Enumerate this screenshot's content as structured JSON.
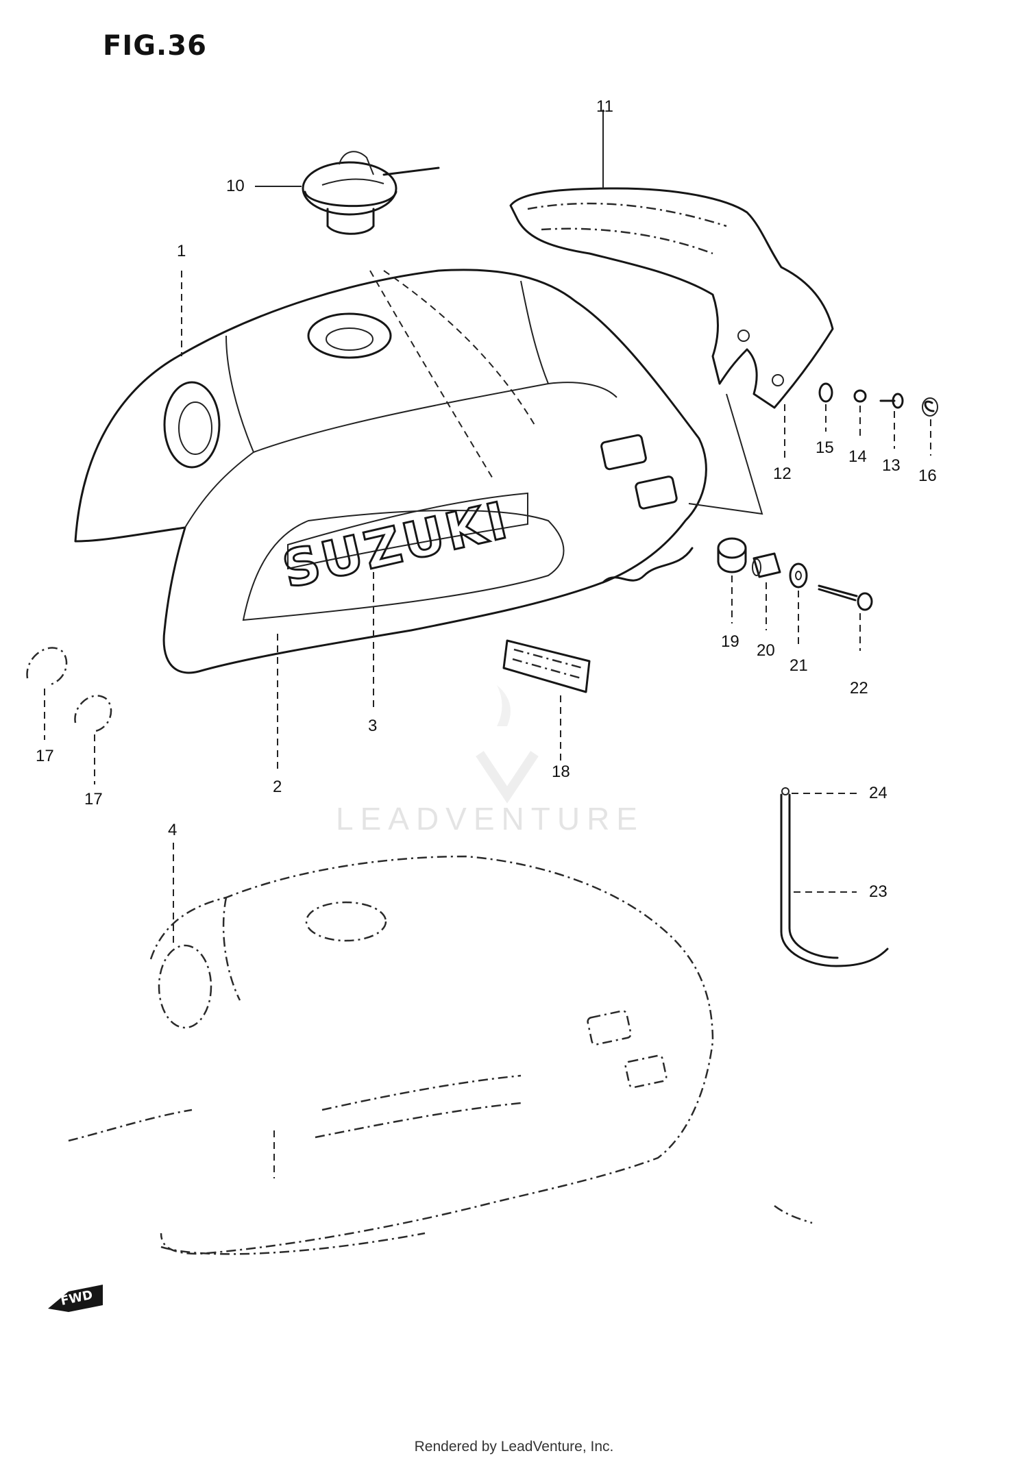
{
  "figure": {
    "title": "FIG.36"
  },
  "labels": [
    {
      "id": "1",
      "text": "1"
    },
    {
      "id": "2",
      "text": "2"
    },
    {
      "id": "3",
      "text": "3"
    },
    {
      "id": "4",
      "text": "4"
    },
    {
      "id": "10",
      "text": "10"
    },
    {
      "id": "11",
      "text": "11"
    },
    {
      "id": "12",
      "text": "12"
    },
    {
      "id": "13",
      "text": "13"
    },
    {
      "id": "14",
      "text": "14"
    },
    {
      "id": "15",
      "text": "15"
    },
    {
      "id": "16",
      "text": "16"
    },
    {
      "id": "17a",
      "text": "17"
    },
    {
      "id": "17b",
      "text": "17"
    },
    {
      "id": "18",
      "text": "18"
    },
    {
      "id": "19",
      "text": "19"
    },
    {
      "id": "20",
      "text": "20"
    },
    {
      "id": "21",
      "text": "21"
    },
    {
      "id": "22",
      "text": "22"
    },
    {
      "id": "23",
      "text": "23"
    },
    {
      "id": "24",
      "text": "24"
    }
  ],
  "tank_emblem": "SUZUKI",
  "fwd_arrow": "FWD",
  "watermark": "LEADVENTURE",
  "footer": "Rendered by LeadVenture, Inc."
}
